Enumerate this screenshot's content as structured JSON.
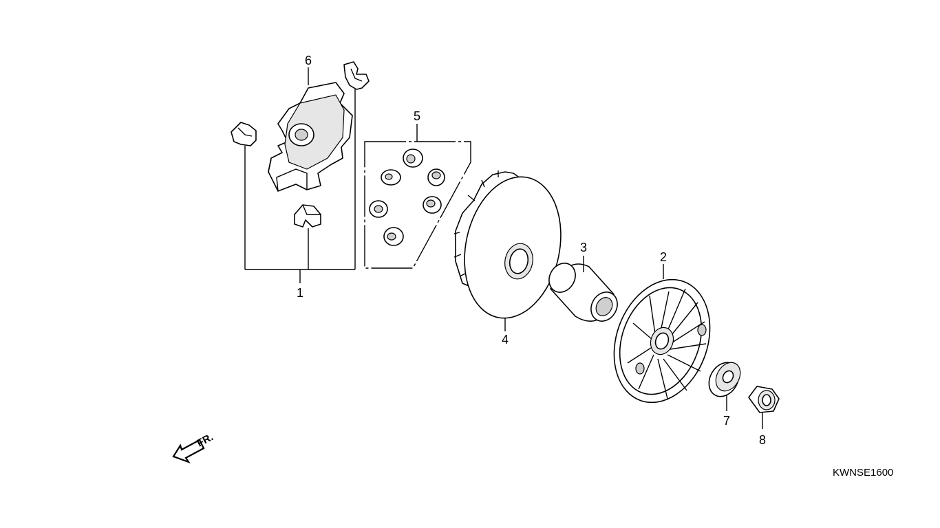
{
  "diagram": {
    "code": "KWNSE1600",
    "front_label": "FR.",
    "callouts": [
      {
        "id": "1",
        "text": "1"
      },
      {
        "id": "2",
        "text": "2"
      },
      {
        "id": "3",
        "text": "3"
      },
      {
        "id": "4",
        "text": "4"
      },
      {
        "id": "5",
        "text": "5"
      },
      {
        "id": "6",
        "text": "6"
      },
      {
        "id": "7",
        "text": "7"
      },
      {
        "id": "8",
        "text": "8"
      }
    ]
  }
}
